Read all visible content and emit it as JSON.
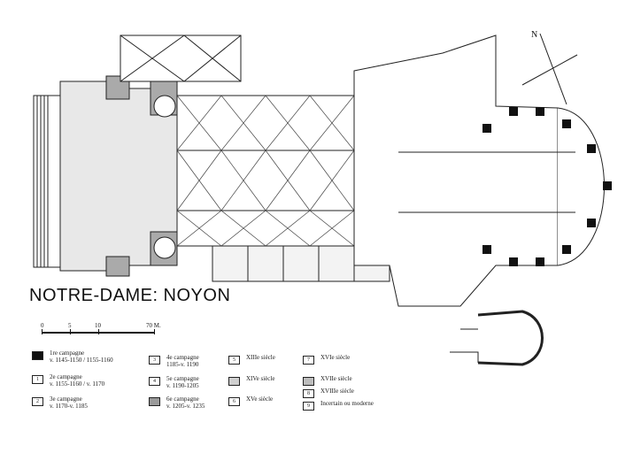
{
  "title": "NOTRE-DAME: NOYON",
  "north_label": "N",
  "scale": {
    "ticks": [
      "0",
      "5",
      "10"
    ],
    "end": "70 M."
  },
  "legend": [
    {
      "mark": "",
      "fill": "#111111",
      "line1": "1re campagne",
      "line2": "v. 1145-1150 / 1155-1160"
    },
    {
      "mark": "1",
      "fill": "#ffffff",
      "line1": "2e campagne",
      "line2": "v. 1155-1160 / v. 1170"
    },
    {
      "mark": "2",
      "fill": "#ffffff",
      "line1": "3e campagne",
      "line2": "v. 1170-v. 1185"
    },
    {
      "mark": "3",
      "fill": "#ffffff",
      "line1": "4e campagne",
      "line2": "1185-v. 1190"
    },
    {
      "mark": "4",
      "fill": "#ffffff",
      "line1": "5e campagne",
      "line2": "v. 1190-1205"
    },
    {
      "mark": "",
      "fill": "#9a9a9a",
      "line1": "6e campagne",
      "line2": "v. 1205-v. 1235"
    },
    {
      "mark": "5",
      "fill": "#ffffff",
      "line1": "XIIIe siècle",
      "line2": ""
    },
    {
      "mark": "",
      "fill": "#cfcfcf",
      "line1": "XIVe siècle",
      "line2": ""
    },
    {
      "mark": "6",
      "fill": "#ffffff",
      "line1": "XVe siècle",
      "line2": ""
    },
    {
      "mark": "7",
      "fill": "#ffffff",
      "line1": "XVIe siècle",
      "line2": ""
    },
    {
      "mark": "",
      "fill": "#bdbdbd",
      "line1": "XVIIe siècle",
      "line2": ""
    },
    {
      "mark": "8",
      "fill": "#ffffff",
      "line1": "XVIIIe siècle",
      "line2": ""
    },
    {
      "mark": "9",
      "fill": "#ffffff",
      "line1": "Incertain ou moderne",
      "line2": ""
    }
  ]
}
